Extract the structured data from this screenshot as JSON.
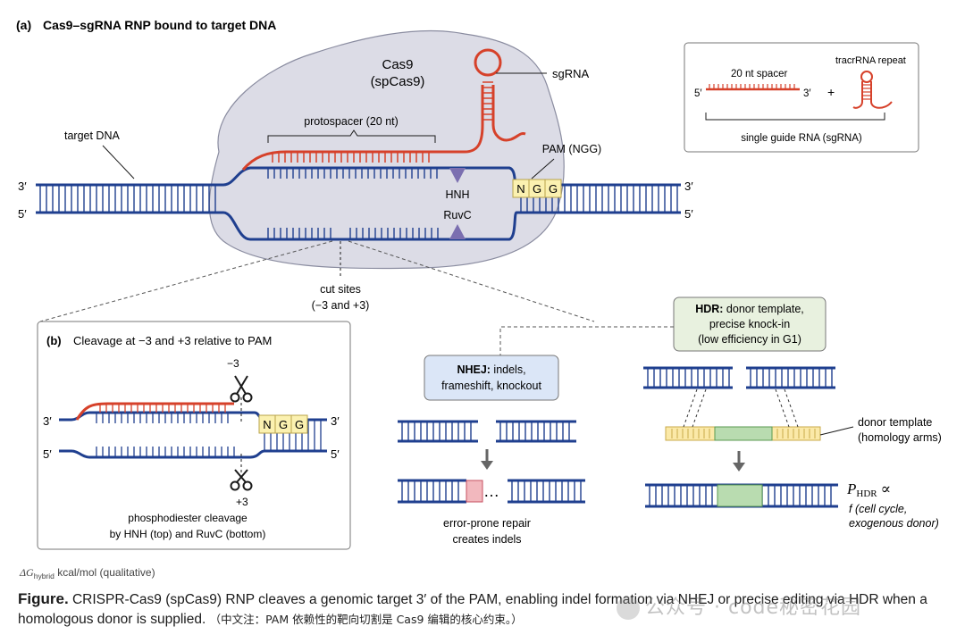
{
  "colors": {
    "dna": "#1f3f8f",
    "rna": "#d6412a",
    "blob": "#dcdce6",
    "pam_fill": "#fbf1b0",
    "arm_fill": "#fbe9a8",
    "donor_fill": "#b9dcb0",
    "indel_fill": "#f2b8be",
    "hdr_box": "#e8f1df",
    "nhej_box": "#dbe6f7",
    "enzyme": "#7b6fb0"
  },
  "panel_a": {
    "title_tag": "(a)",
    "title": "Cas9–sgRNA RNP bound to target DNA",
    "cas9_name": "Cas9",
    "cas9_sub": "(spCas9)",
    "sgrna_label": "sgRNA",
    "target_dna_label": "target DNA",
    "protospacer_label": "protospacer (20 nt)",
    "pam_label": "PAM (NGG)",
    "pam_bases": [
      "N",
      "G",
      "G"
    ],
    "hnh_label": "HNH",
    "ruvc_label": "RuvC",
    "end_3_left": "3′",
    "end_5_left": "5′",
    "end_3_right": "3′",
    "end_5_right": "5′",
    "cut_sites_label": "cut sites",
    "cut_sites_sub": "(−3 and +3)"
  },
  "inset": {
    "spacer_label": "20 nt spacer",
    "end5": "5′",
    "end3": "3′",
    "plus": "+",
    "tracr_label": "tracrRNA repeat",
    "sgrna_label": "single guide RNA (sgRNA)"
  },
  "panel_b": {
    "title_tag": "(b)",
    "title": "Cleavage at −3 and +3 relative to PAM",
    "minus3": "−3",
    "plus3": "+3",
    "pam_bases": [
      "N",
      "G",
      "G"
    ],
    "end_3_left": "3′",
    "end_5_left": "5′",
    "end_3_right": "3′",
    "end_5_right": "5′",
    "note_line1": "phosphodiester cleavage",
    "note_line2": "by HNH (top) and RuvC (bottom)"
  },
  "hdr": {
    "head": "HDR:",
    "line1_rest": " donor template,",
    "line2": "precise knock-in",
    "line3": "(low efficiency in G1)",
    "donor_label_1": "donor template",
    "donor_label_2": "(homology arms)",
    "p_symbol": "P",
    "p_sub": "HDR",
    "prop": "∝",
    "f_line1": "f (cell cycle,",
    "f_line2": "exogenous donor)"
  },
  "nhej": {
    "head": "NHEJ:",
    "line1_rest": " indels,",
    "line2": "frameshift, knockout",
    "ellipsis": "…",
    "result_1": "error-prone repair",
    "result_2": "creates indels"
  },
  "footnote": {
    "delta": "ΔG",
    "sub": "hybrid",
    "rest": " kcal/mol (qualitative)"
  },
  "caption": {
    "lead": "Figure.",
    "text": " CRISPR-Cas9 (spCas9) RNP cleaves a genomic target 3′ of the PAM, enabling indel formation via NHEJ or precise editing via HDR when a homologous donor is supplied.",
    "cn": "（中文注：PAM 依赖性的靶向切割是 Cas9 编辑的核心约束。）"
  },
  "watermark": "公众号 · code秘密花园"
}
